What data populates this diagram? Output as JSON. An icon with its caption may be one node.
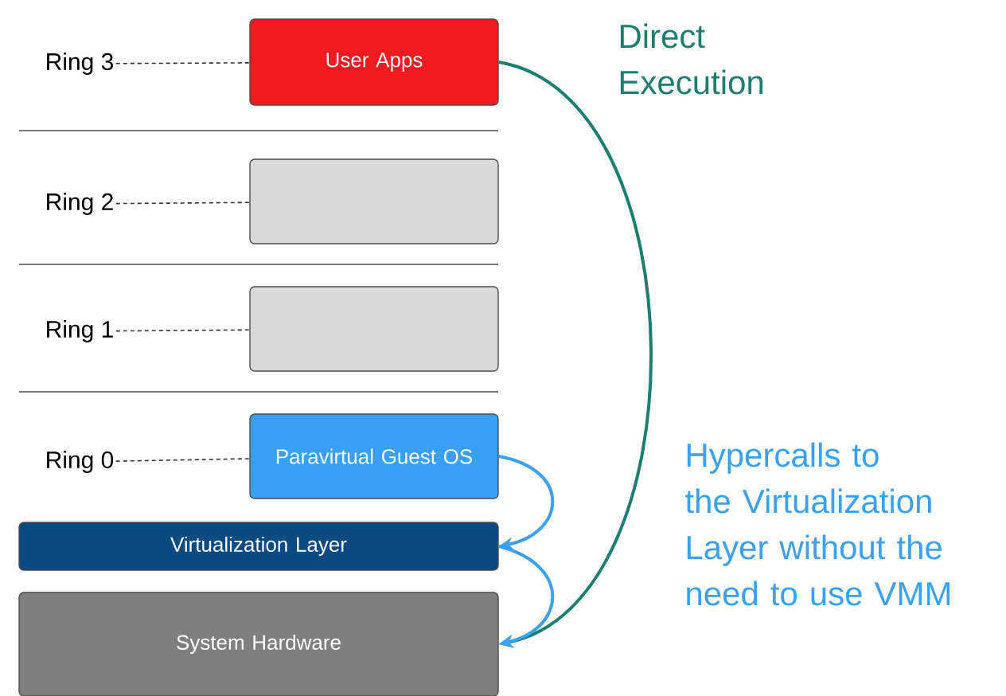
{
  "diagram": {
    "nodes": [
      {
        "text": [
          "Ring 3"
        ]
      },
      {
        "text": [
          "User Apps"
        ]
      },
      {
        "text": [
          "Ring 2"
        ]
      },
      {
        "text": [],
        "shape": "box"
      },
      {
        "text": [
          "Ring 1"
        ]
      },
      {
        "text": [],
        "shape": "box"
      },
      {
        "text": [
          "Ring 0"
        ]
      },
      {
        "text": [
          "Paravirtual Guest OS"
        ]
      },
      {
        "text": [
          "Virtualization Layer"
        ]
      },
      {
        "text": [
          "System Hardware"
        ]
      }
    ],
    "edges": [
      {
        "from": 0,
        "to": 1,
        "arrow": "none",
        "style": "dashed",
        "color": "#333333"
      },
      {
        "from": 2,
        "to": 3,
        "arrow": "none",
        "style": "dashed",
        "color": "#333333"
      },
      {
        "from": 4,
        "to": 5,
        "arrow": "none",
        "style": "dashed",
        "color": "#333333"
      },
      {
        "from": 6,
        "to": 7,
        "arrow": "none",
        "style": "dashed",
        "color": "#333333"
      },
      {
        "from": 1,
        "to": 9,
        "arrow": "to",
        "color": "#1a7f6e"
      },
      {
        "from": 7,
        "to": 8,
        "arrow": "to",
        "color": "#3aa0f0"
      },
      {
        "from": 8,
        "to": 9,
        "arrow": "to",
        "color": "#3aa0f0"
      }
    ],
    "labels": [
      "Direct Execution",
      "Hypercalls to the Virtualization Layer without the need to use VMM"
    ]
  }
}
